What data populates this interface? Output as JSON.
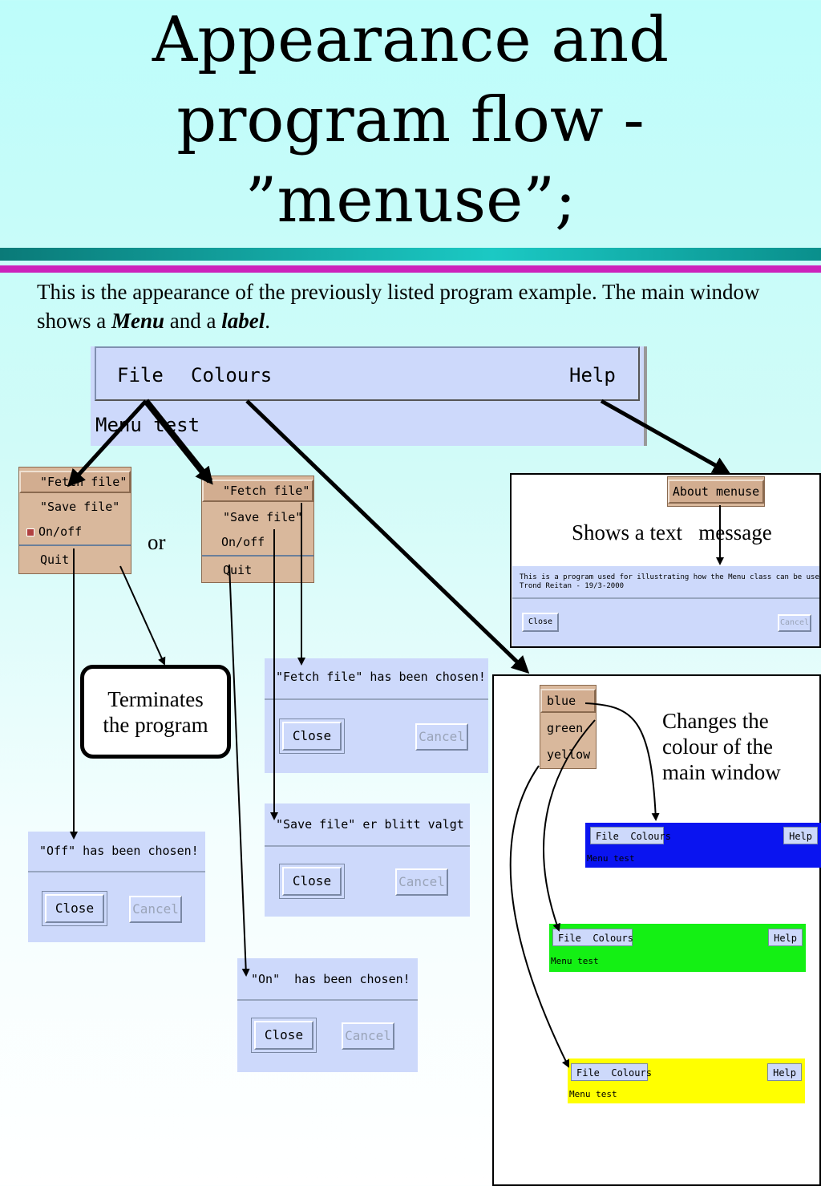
{
  "slide": {
    "title_line1": "Appearance and",
    "title_line2": "program flow -",
    "title_line3": "”menuse”;",
    "intro_part1": "This is the appearance of the previously listed program example. The main window shows a ",
    "intro_menu": "Menu",
    "intro_part2": " and a ",
    "intro_label": "label",
    "intro_part3": "."
  },
  "main_window": {
    "menu_file": "File",
    "menu_colours": "Colours",
    "menu_help": "Help",
    "label": "Menu test"
  },
  "file_menu_a": {
    "items": [
      "\"Fetch file\"",
      "\"Save file\"",
      "On/off",
      "Quit"
    ]
  },
  "file_menu_b": {
    "items": [
      "\"Fetch file\"",
      "\"Save file\"",
      "On/off",
      "Quit"
    ]
  },
  "annotations": {
    "or": "or",
    "terminates_line1": "Terminates",
    "terminates_line2": "the program",
    "shows_text": "Shows a text   message",
    "changes_line1": "Changes the",
    "changes_line2": "colour of the",
    "changes_line3": "main window"
  },
  "dialogs": {
    "fetch": {
      "message": "\"Fetch file\" has been chosen!",
      "close": "Close",
      "cancel": "Cancel"
    },
    "save": {
      "message": "\"Save file\" er blitt valgt",
      "close": "Close",
      "cancel": "Cancel"
    },
    "off": {
      "message": "\"Off\" has been chosen!",
      "close": "Close",
      "cancel": "Cancel"
    },
    "on": {
      "message": "\"On\"  has been chosen!",
      "close": "Close",
      "cancel": "Cancel"
    }
  },
  "about": {
    "menu_item": "About menuse",
    "line1": "This is a program used for illustrating how the Menu class can be used.",
    "line2": "Trond Reitan - 19/3-2000",
    "close": "Close",
    "cancel": "Cancel"
  },
  "colours_menu": {
    "items": [
      "blue",
      "green",
      "yellow"
    ]
  },
  "mini_windows": {
    "file": "File",
    "colours": "Colours",
    "help": "Help",
    "label": "Menu test",
    "colors": {
      "blue": "#0a14f0",
      "green": "#14f014",
      "yellow": "#ffff00"
    }
  }
}
